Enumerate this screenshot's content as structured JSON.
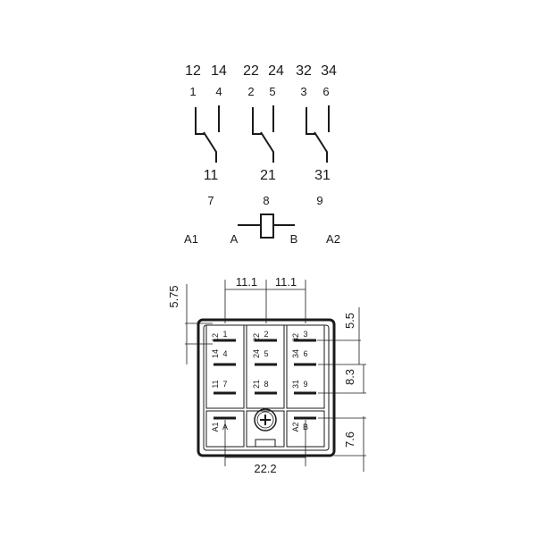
{
  "schematic": {
    "contacts": [
      {
        "nc_pin": "12",
        "no_pin": "14",
        "nc_alt": "1",
        "no_alt": "4",
        "com_pin": "11",
        "com_alt": "7"
      },
      {
        "nc_pin": "22",
        "no_pin": "24",
        "nc_alt": "2",
        "no_alt": "5",
        "com_pin": "21",
        "com_alt": "8"
      },
      {
        "nc_pin": "32",
        "no_pin": "34",
        "nc_alt": "3",
        "no_alt": "6",
        "com_pin": "31",
        "com_alt": "9"
      }
    ],
    "coil": {
      "a1": "A1",
      "a": "A",
      "b": "B",
      "a2": "A2"
    }
  },
  "footprint": {
    "dimensions": {
      "spacing_left": "11.1",
      "spacing_right": "11.1",
      "top_offset": "5.75",
      "right_top": "5.5",
      "row_pitch": "8.3",
      "bottom_offset": "7.6",
      "coil_spacing": "22.2"
    },
    "pins": [
      {
        "top": "12",
        "side": "1"
      },
      {
        "top": "22",
        "side": "2"
      },
      {
        "top": "32",
        "side": "3"
      },
      {
        "top": "14",
        "side": "4"
      },
      {
        "top": "24",
        "side": "5"
      },
      {
        "top": "34",
        "side": "6"
      },
      {
        "top": "11",
        "side": "7"
      },
      {
        "top": "21",
        "side": "8"
      },
      {
        "top": "31",
        "side": "9"
      }
    ],
    "coil_pins": [
      {
        "top": "A1",
        "side": "A"
      },
      {
        "top": "A2",
        "side": "B"
      }
    ]
  }
}
